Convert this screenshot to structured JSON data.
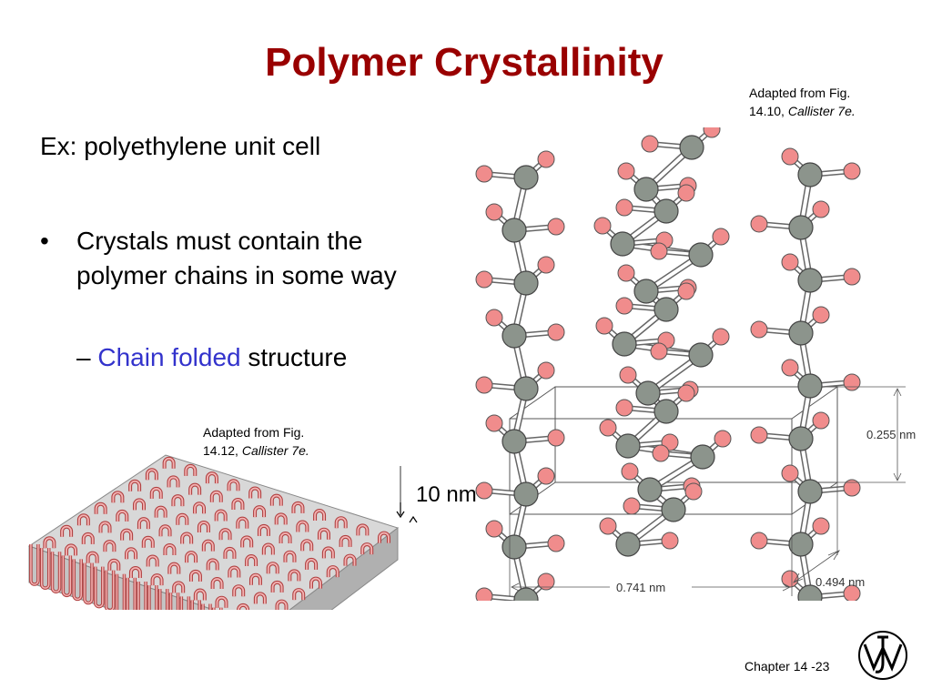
{
  "slide": {
    "title": "Polymer Crystallinity",
    "source_top": {
      "line1": "Adapted from Fig.",
      "line2_plain": "14.10, ",
      "line2_italic": "Callister 7e."
    },
    "subtitle": "Ex: polyethylene unit cell",
    "bullet": {
      "marker": "•",
      "text": "Crystals must contain the polymer chains in some way"
    },
    "sub_bullet": {
      "marker": "– ",
      "accent": "Chain folded",
      "rest": " structure"
    },
    "source_bottom": {
      "line1": "Adapted from Fig.",
      "line2_plain": "14.12, ",
      "line2_italic": "Callister 7e."
    },
    "thickness_label": "10 nm",
    "dimensions": {
      "height": "0.255 nm",
      "width": "0.741 nm",
      "depth": "0.494 nm"
    },
    "footer": "Chapter 14 -23",
    "colors": {
      "title": "#990000",
      "accent": "#3333cc",
      "carbon": "#8c948c",
      "hydrogen": "#f08c8c"
    },
    "icons": {
      "logo": "wiley-logo-icon"
    }
  }
}
